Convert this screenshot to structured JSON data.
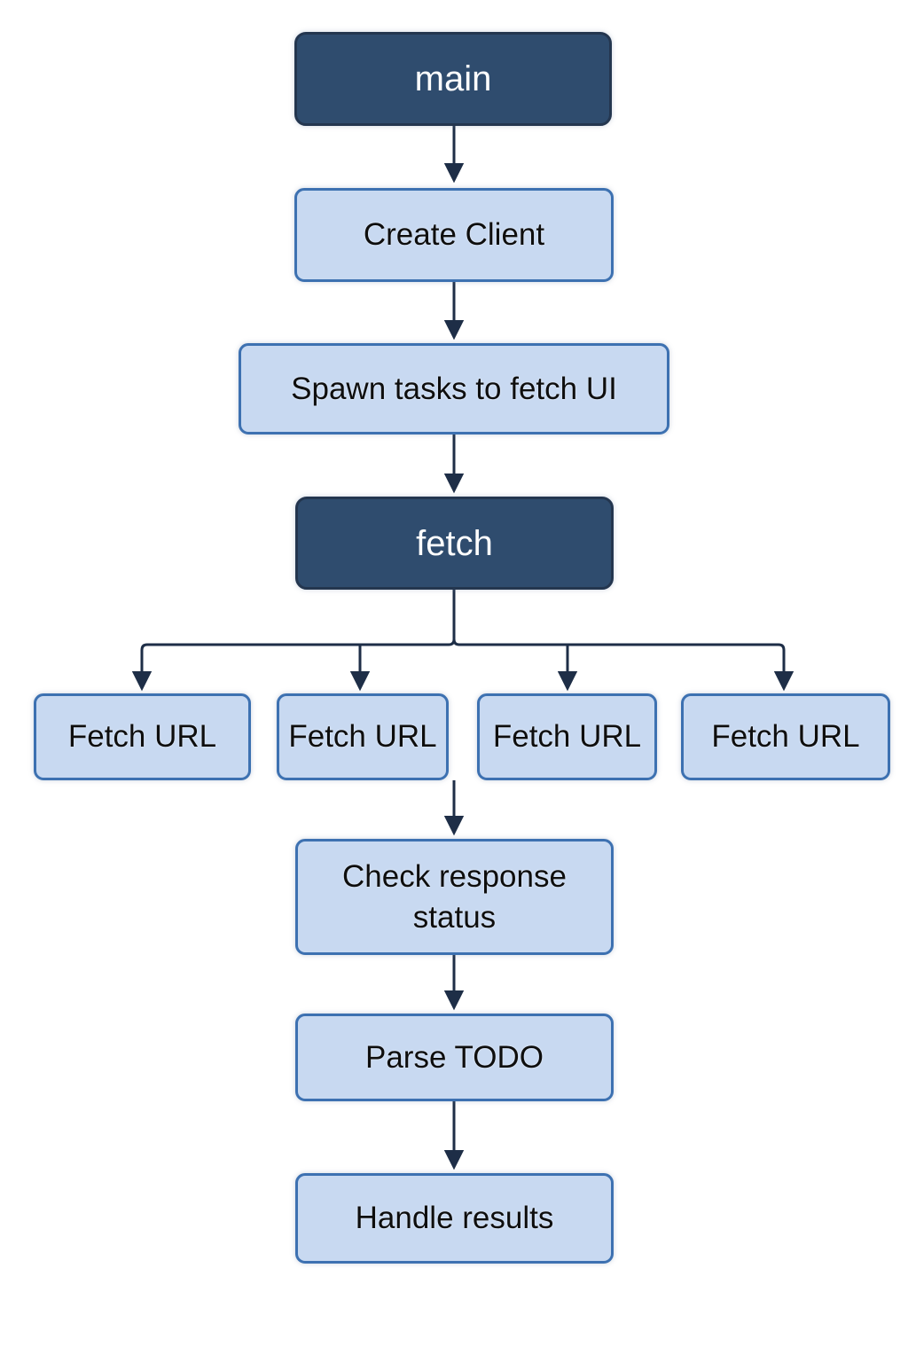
{
  "colors": {
    "dark_fill": "#2F4C6E",
    "dark_border": "#24364F",
    "light_fill": "#C8D9F1",
    "light_border": "#3D71B1",
    "connector": "#1E2E47",
    "dark_text": "#FFFFFF",
    "light_text": "#0E0E0E",
    "background": "#FFFFFF"
  },
  "flowchart": {
    "nodes": {
      "main": {
        "label": "main",
        "style": "dark"
      },
      "create_client": {
        "label": "Create Client",
        "style": "light"
      },
      "spawn_tasks": {
        "label": "Spawn tasks to fetch UI",
        "style": "light"
      },
      "fetch": {
        "label": "fetch",
        "style": "dark"
      },
      "fetch_url_1": {
        "label": "Fetch URL",
        "style": "light"
      },
      "fetch_url_2": {
        "label": "Fetch URL",
        "style": "light"
      },
      "fetch_url_3": {
        "label": "Fetch URL",
        "style": "light"
      },
      "fetch_url_4": {
        "label": "Fetch URL",
        "style": "light"
      },
      "check_response": {
        "label": "Check response\nstatus",
        "style": "light"
      },
      "parse_todo": {
        "label": "Parse TODO",
        "style": "light"
      },
      "handle_results": {
        "label": "Handle results",
        "style": "light"
      }
    },
    "edges": [
      {
        "from": "main",
        "to": "create_client"
      },
      {
        "from": "create_client",
        "to": "spawn_tasks"
      },
      {
        "from": "spawn_tasks",
        "to": "fetch"
      },
      {
        "from": "fetch",
        "to": "fetch_url_1"
      },
      {
        "from": "fetch",
        "to": "fetch_url_2"
      },
      {
        "from": "fetch",
        "to": "fetch_url_3"
      },
      {
        "from": "fetch",
        "to": "fetch_url_4"
      },
      {
        "from": "fetch_url_row",
        "to": "check_response"
      },
      {
        "from": "check_response",
        "to": "parse_todo"
      },
      {
        "from": "parse_todo",
        "to": "handle_results"
      }
    ]
  }
}
